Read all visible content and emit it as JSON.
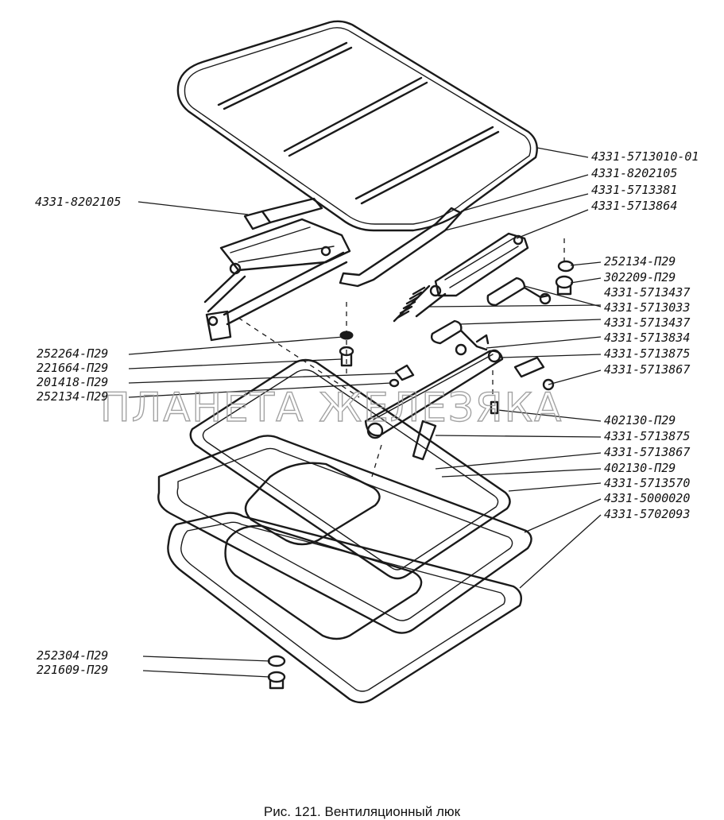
{
  "caption": "Рис. 121. Вентиляционный люк",
  "watermark": "ПЛАНЕТА ЖЕЛЕЗЯКА",
  "labels": {
    "hatch_cover": "4331-5713010-01",
    "hinge_left": "4331-8202105",
    "hinge_right": "4331-8202105",
    "lever": "4331-5713381",
    "bracket": "4331-5713864",
    "washer_a": "252134-П29",
    "bolt_a": "302209-П29",
    "pin_a": "4331-5713437",
    "spring": "4331-5713033",
    "pin_b": "4331-5713437",
    "link": "4331-5713834",
    "shaft_a": "4331-5713875",
    "clevis_a": "4331-5713867",
    "cotter_a": "402130-П29",
    "shaft_b": "4331-5713875",
    "clevis_b": "4331-5713867",
    "cotter_b": "402130-П29",
    "frame_upper": "4331-5713570",
    "frame_seal": "4331-5000020",
    "frame_lower": "4331-5702093",
    "washer_left": "252264-П29",
    "bolt_left": "221664-П29",
    "bolt_mid": "201418-П29",
    "washer_mid": "252134-П29",
    "washer_bottom": "252304-П29",
    "bolt_bottom": "221609-П29"
  }
}
